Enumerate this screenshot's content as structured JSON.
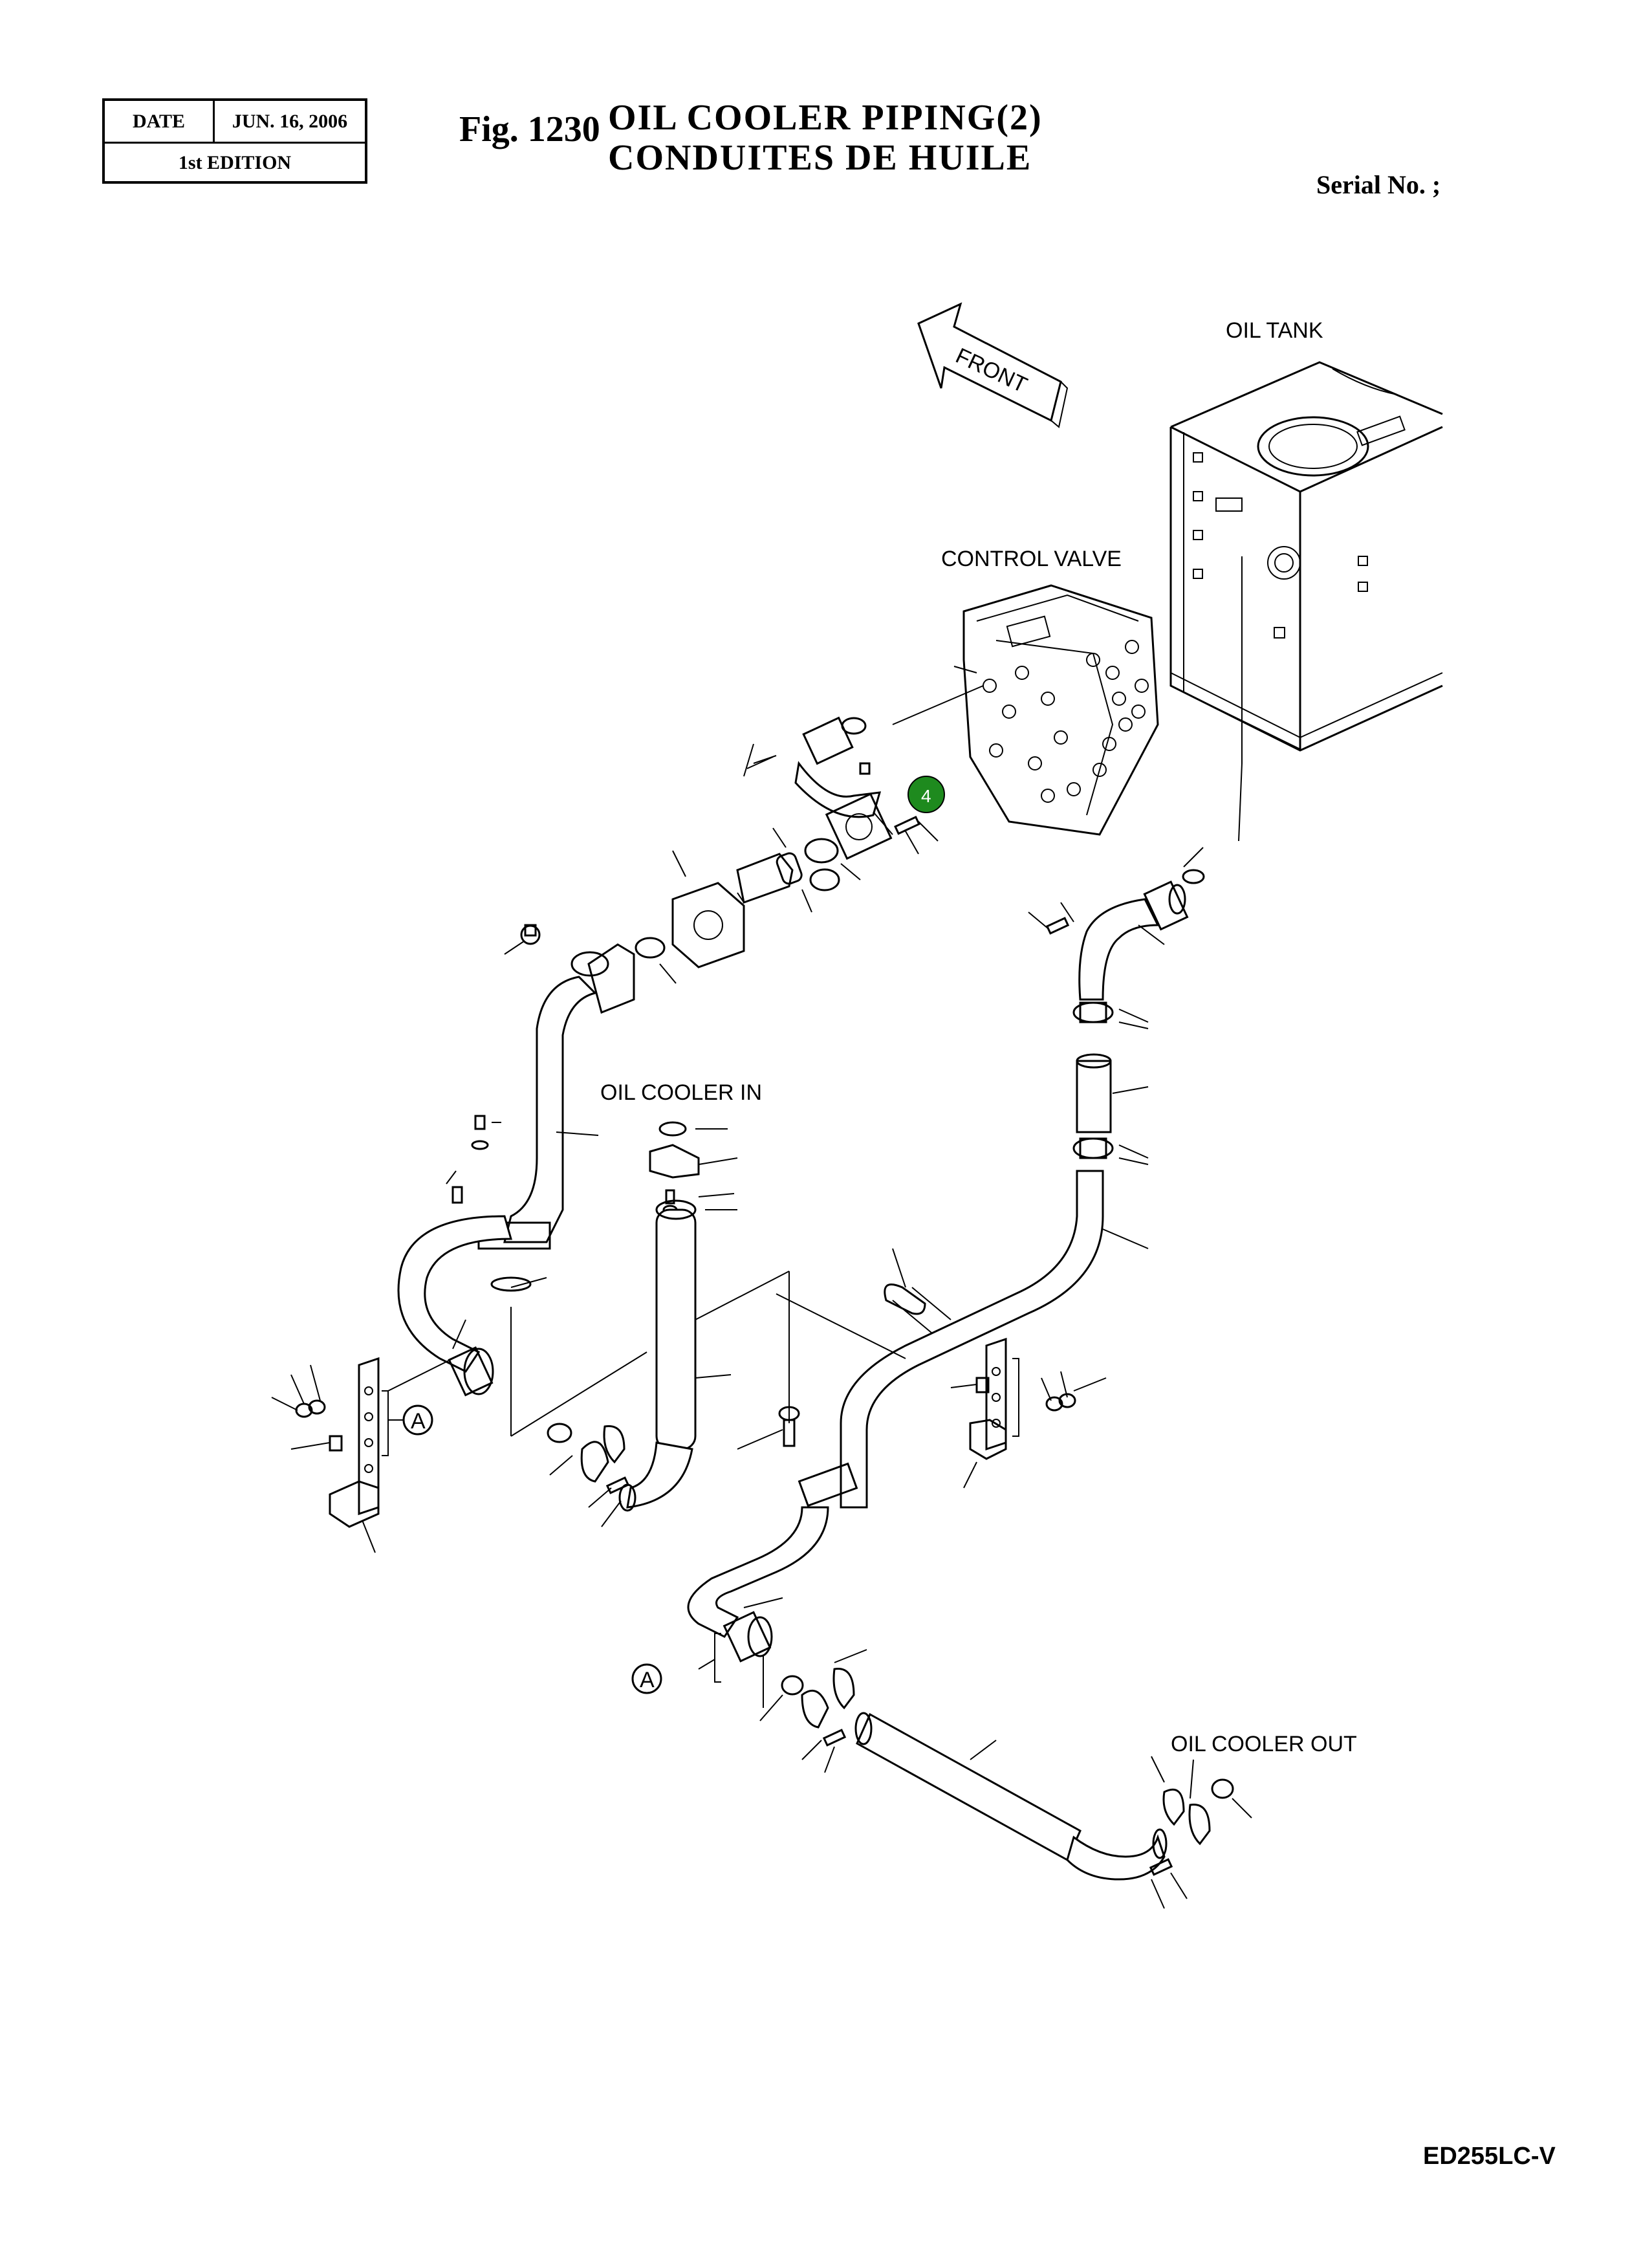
{
  "header": {
    "date_label": "DATE",
    "date_value": "JUN. 16, 2006",
    "edition": "1st EDITION",
    "fig_number": "Fig. 1230",
    "title_line1": "OIL  COOLER  PIPING(2)",
    "title_line2": "CONDUITES  DE  HUILE",
    "serial": "Serial No. ;"
  },
  "labels": {
    "oil_tank": "OIL TANK",
    "control_valve": "CONTROL VALVE",
    "front": "FRONT",
    "oil_cooler_in": "OIL COOLER IN",
    "oil_cooler_out": "OIL COOLER OUT",
    "detail_a1": "A",
    "detail_a2": "A"
  },
  "callout": {
    "number": "4",
    "color": "#1e8a1e"
  },
  "footer": {
    "model": "ED255LC-V"
  }
}
